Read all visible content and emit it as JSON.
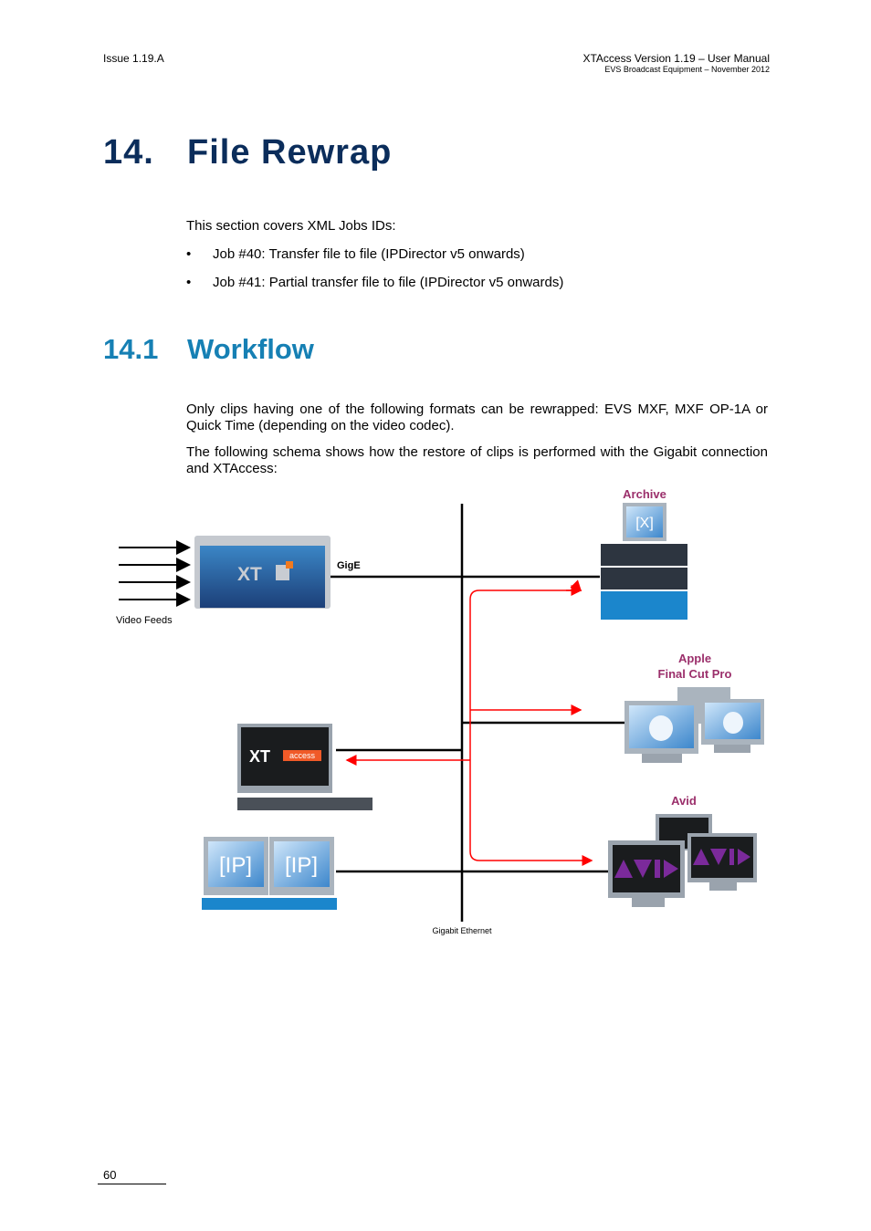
{
  "header": {
    "issue": "Issue 1.19.A",
    "manual_title": "XTAccess  Version 1.19 – User Manual",
    "manual_subtitle": "EVS Broadcast Equipment – November 2012"
  },
  "chapter": {
    "number": "14.",
    "title": "File  Rewrap"
  },
  "intro": {
    "text": "This section covers XML Jobs IDs:",
    "bullets": [
      "Job #40: Transfer file to file (IPDirector v5 onwards)",
      "Job #41: Partial transfer file to file (IPDirector v5 onwards)"
    ]
  },
  "section": {
    "number": "14.1",
    "title": "Workflow"
  },
  "body": {
    "para1": "Only clips having one of the following formats can be rewrapped: EVS MXF, MXF OP-1A or Quick Time (depending on the video codec).",
    "para2": "The following schema shows how the restore of clips is performed with the Gigabit connection and XTAccess:"
  },
  "diagram": {
    "video_feeds": "Video Feeds",
    "gige": "GigE",
    "xt_logo": "XT",
    "xt_access_logo": "XT",
    "access_badge": "access",
    "ip_logo": "[IP]",
    "archive_logo": "[X]",
    "archive": "Archive",
    "apple_line1": "Apple",
    "apple_line2": "Final Cut Pro",
    "avid": "Avid",
    "gigabit_ethernet": "Gigabit Ethernet",
    "colors": {
      "label": "#9b2f6b",
      "flow": "#ff0000",
      "bus": "#000000",
      "device_blue": "#2a6fb0"
    }
  },
  "footer": {
    "page_number": "60"
  }
}
